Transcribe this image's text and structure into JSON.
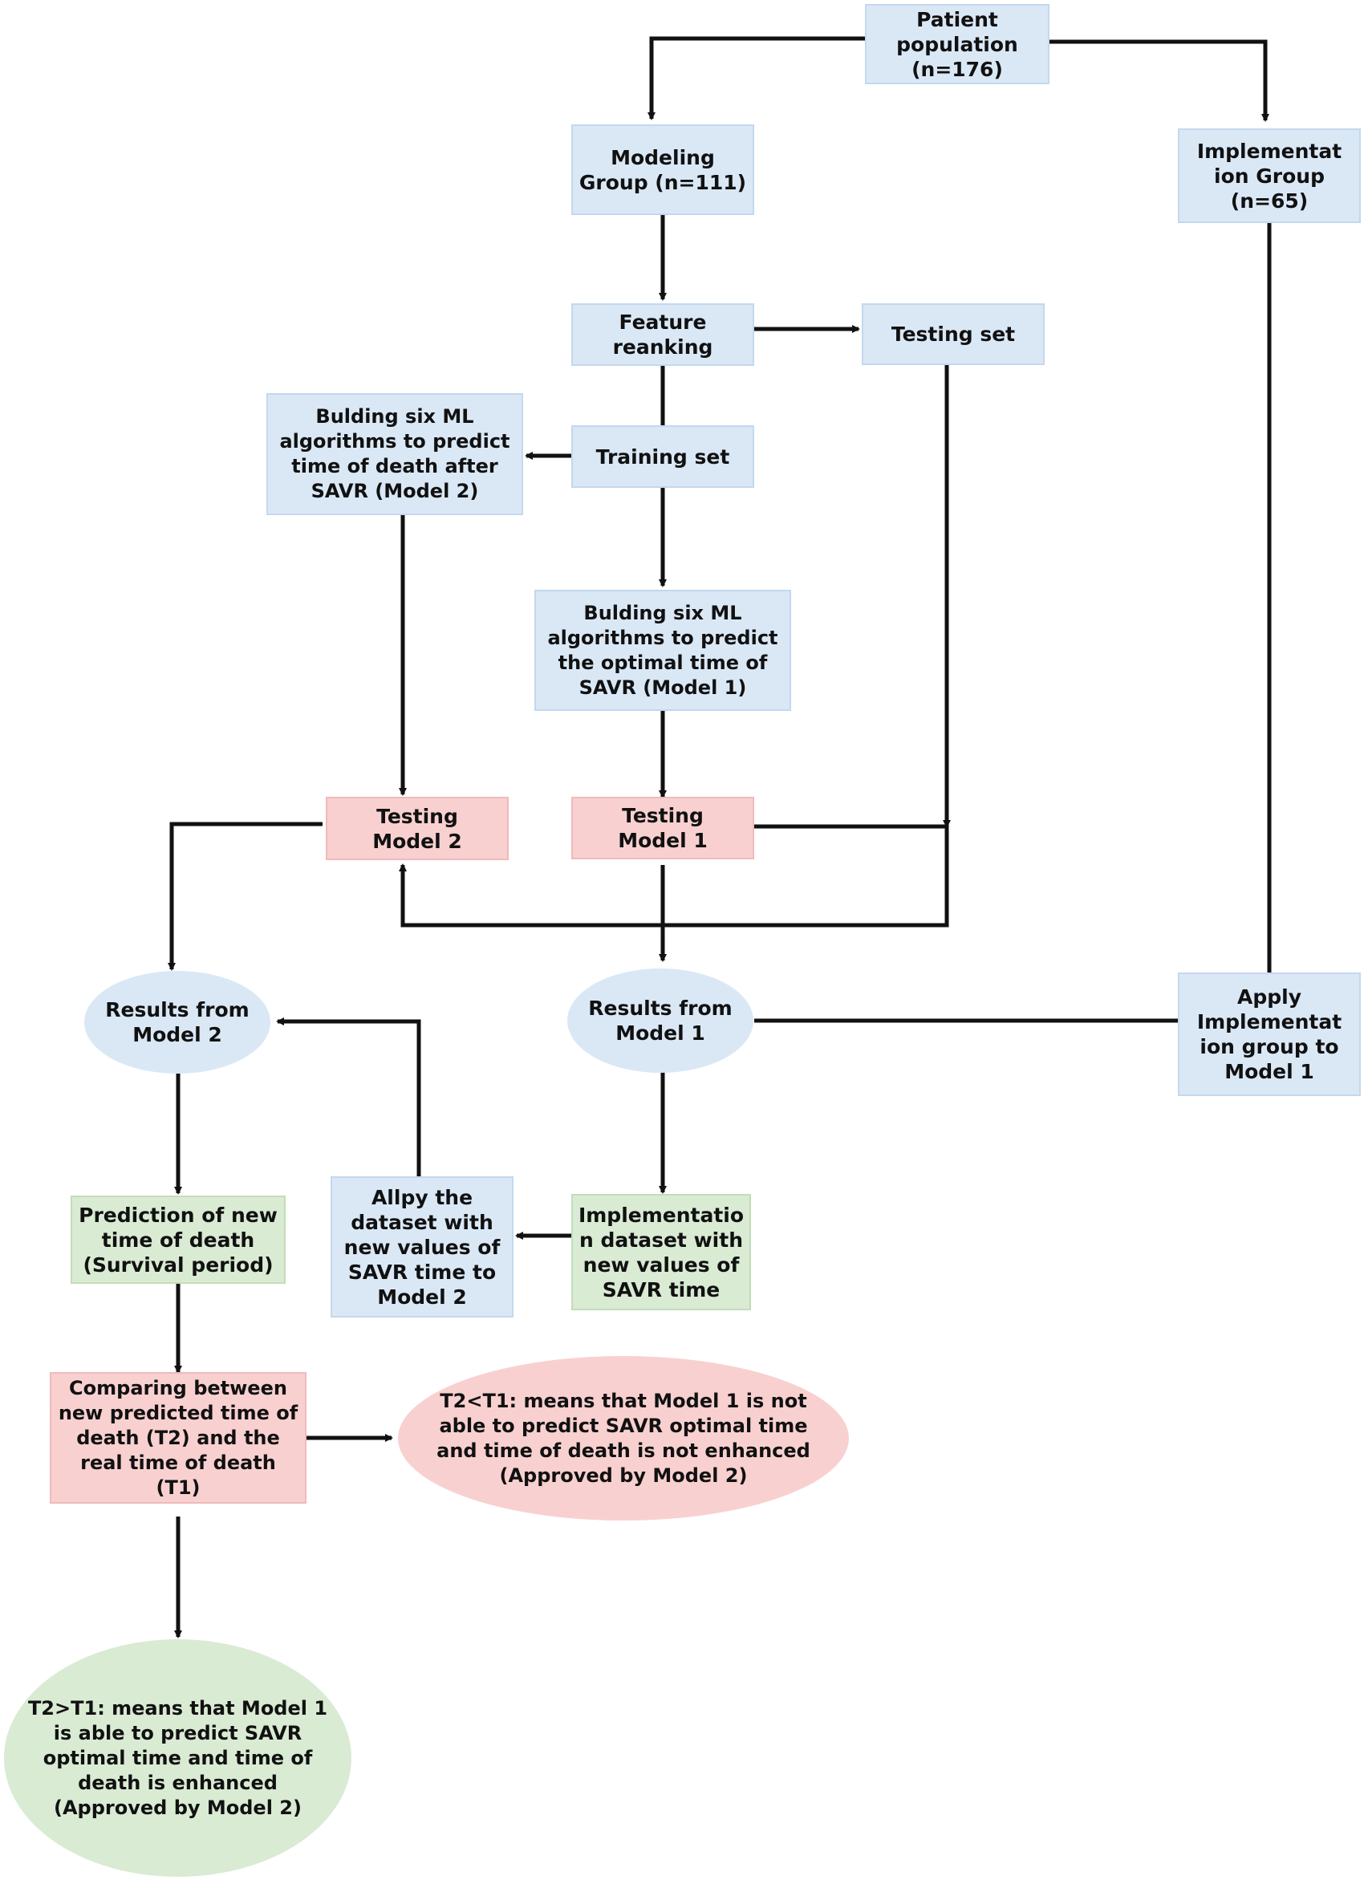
{
  "nodes": {
    "patient_population": "Patient\npopulation\n(n=176)",
    "modeling_group": "Modeling\nGroup (n=111)",
    "implementation_group": "Implementat\nion Group\n(n=65)",
    "feature_reanking": "Feature\nreanking",
    "testing_set": "Testing set",
    "training_set": "Training set",
    "building_model2": "Bulding six ML\nalgorithms to predict\ntime of death after\nSAVR (Model 2)",
    "building_model1": "Bulding six ML\nalgorithms to predict\nthe optimal time of\nSAVR (Model 1)",
    "testing_model2": "Testing\nModel 2",
    "testing_model1": "Testing\nModel 1",
    "results_model2": "Results from\nModel 2",
    "results_model1": "Results from\nModel 1",
    "apply_implementation": "Apply\nImplementat\nion group to\nModel 1",
    "prediction_new_time": "Prediction of new\ntime of death\n(Survival period)",
    "apply_dataset_model2": "Allpy the\ndataset with\nnew values of\nSAVR time to\nModel 2",
    "implementation_dataset": "Implementatio\nn dataset with\nnew values of\nSAVR time",
    "comparing": "Comparing between\nnew predicted time of\ndeath (T2) and the\nreal time of death (T1)",
    "outcome_not_enhanced": "T2<T1: means that Model 1 is not\nable to predict SAVR optimal time\nand time of death is not enhanced\n(Approved by Model 2)",
    "outcome_enhanced": "T2>T1: means that Model 1\nis able to predict SAVR\noptimal time and time of\ndeath is enhanced\n(Approved by Model 2)"
  },
  "colors": {
    "process_blue": "#dae8f6",
    "testing_pink": "#f9d0d0",
    "result_green": "#d9ebd3",
    "connector": "#111111"
  }
}
